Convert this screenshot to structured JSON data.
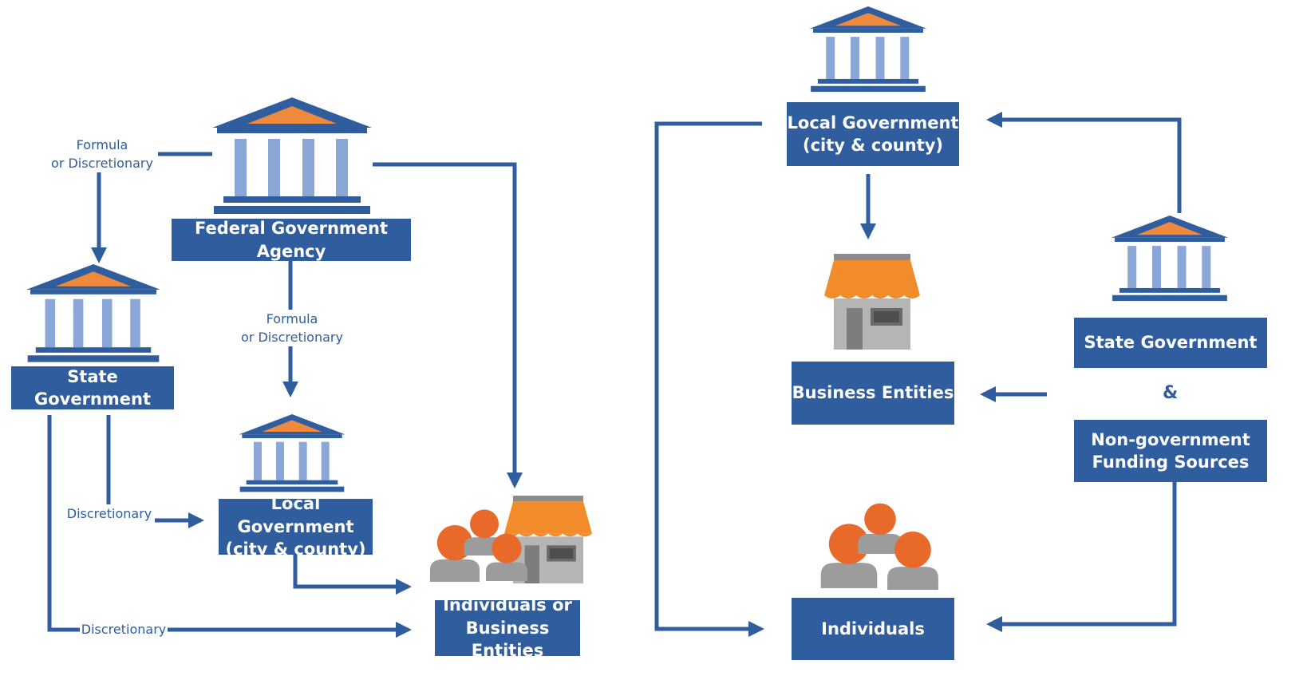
{
  "colors": {
    "box_fill": "#2f5d9e",
    "connector": "#2f5d9e",
    "column_light": "#8aa7d8",
    "roof_accent": "#ef8a3c",
    "person_orange": "#e8692a",
    "person_grey": "#9c9c9c",
    "awning_orange": "#f28c2a",
    "shop_grey": "#a9a9a9"
  },
  "icons": {
    "government": "government-building-icon",
    "business": "storefront-icon",
    "individuals": "people-icon"
  },
  "left": {
    "federal": "Federal Government Agency",
    "state": "State Government",
    "local_line1": "Local Government",
    "local_line2": "(city & county)",
    "recipients_line1": "Individuals or",
    "recipients_line2": "Business Entities",
    "label_formula_line1": "Formula",
    "label_formula_line2": "or Discretionary",
    "label_discretionary": "Discretionary"
  },
  "right": {
    "local_line1": "Local Government",
    "local_line2": "(city & county)",
    "business": "Business Entities",
    "state": "State Government",
    "ampersand": "&",
    "nongov_line1": "Non-government",
    "nongov_line2": "Funding Sources",
    "individuals": "Individuals"
  }
}
